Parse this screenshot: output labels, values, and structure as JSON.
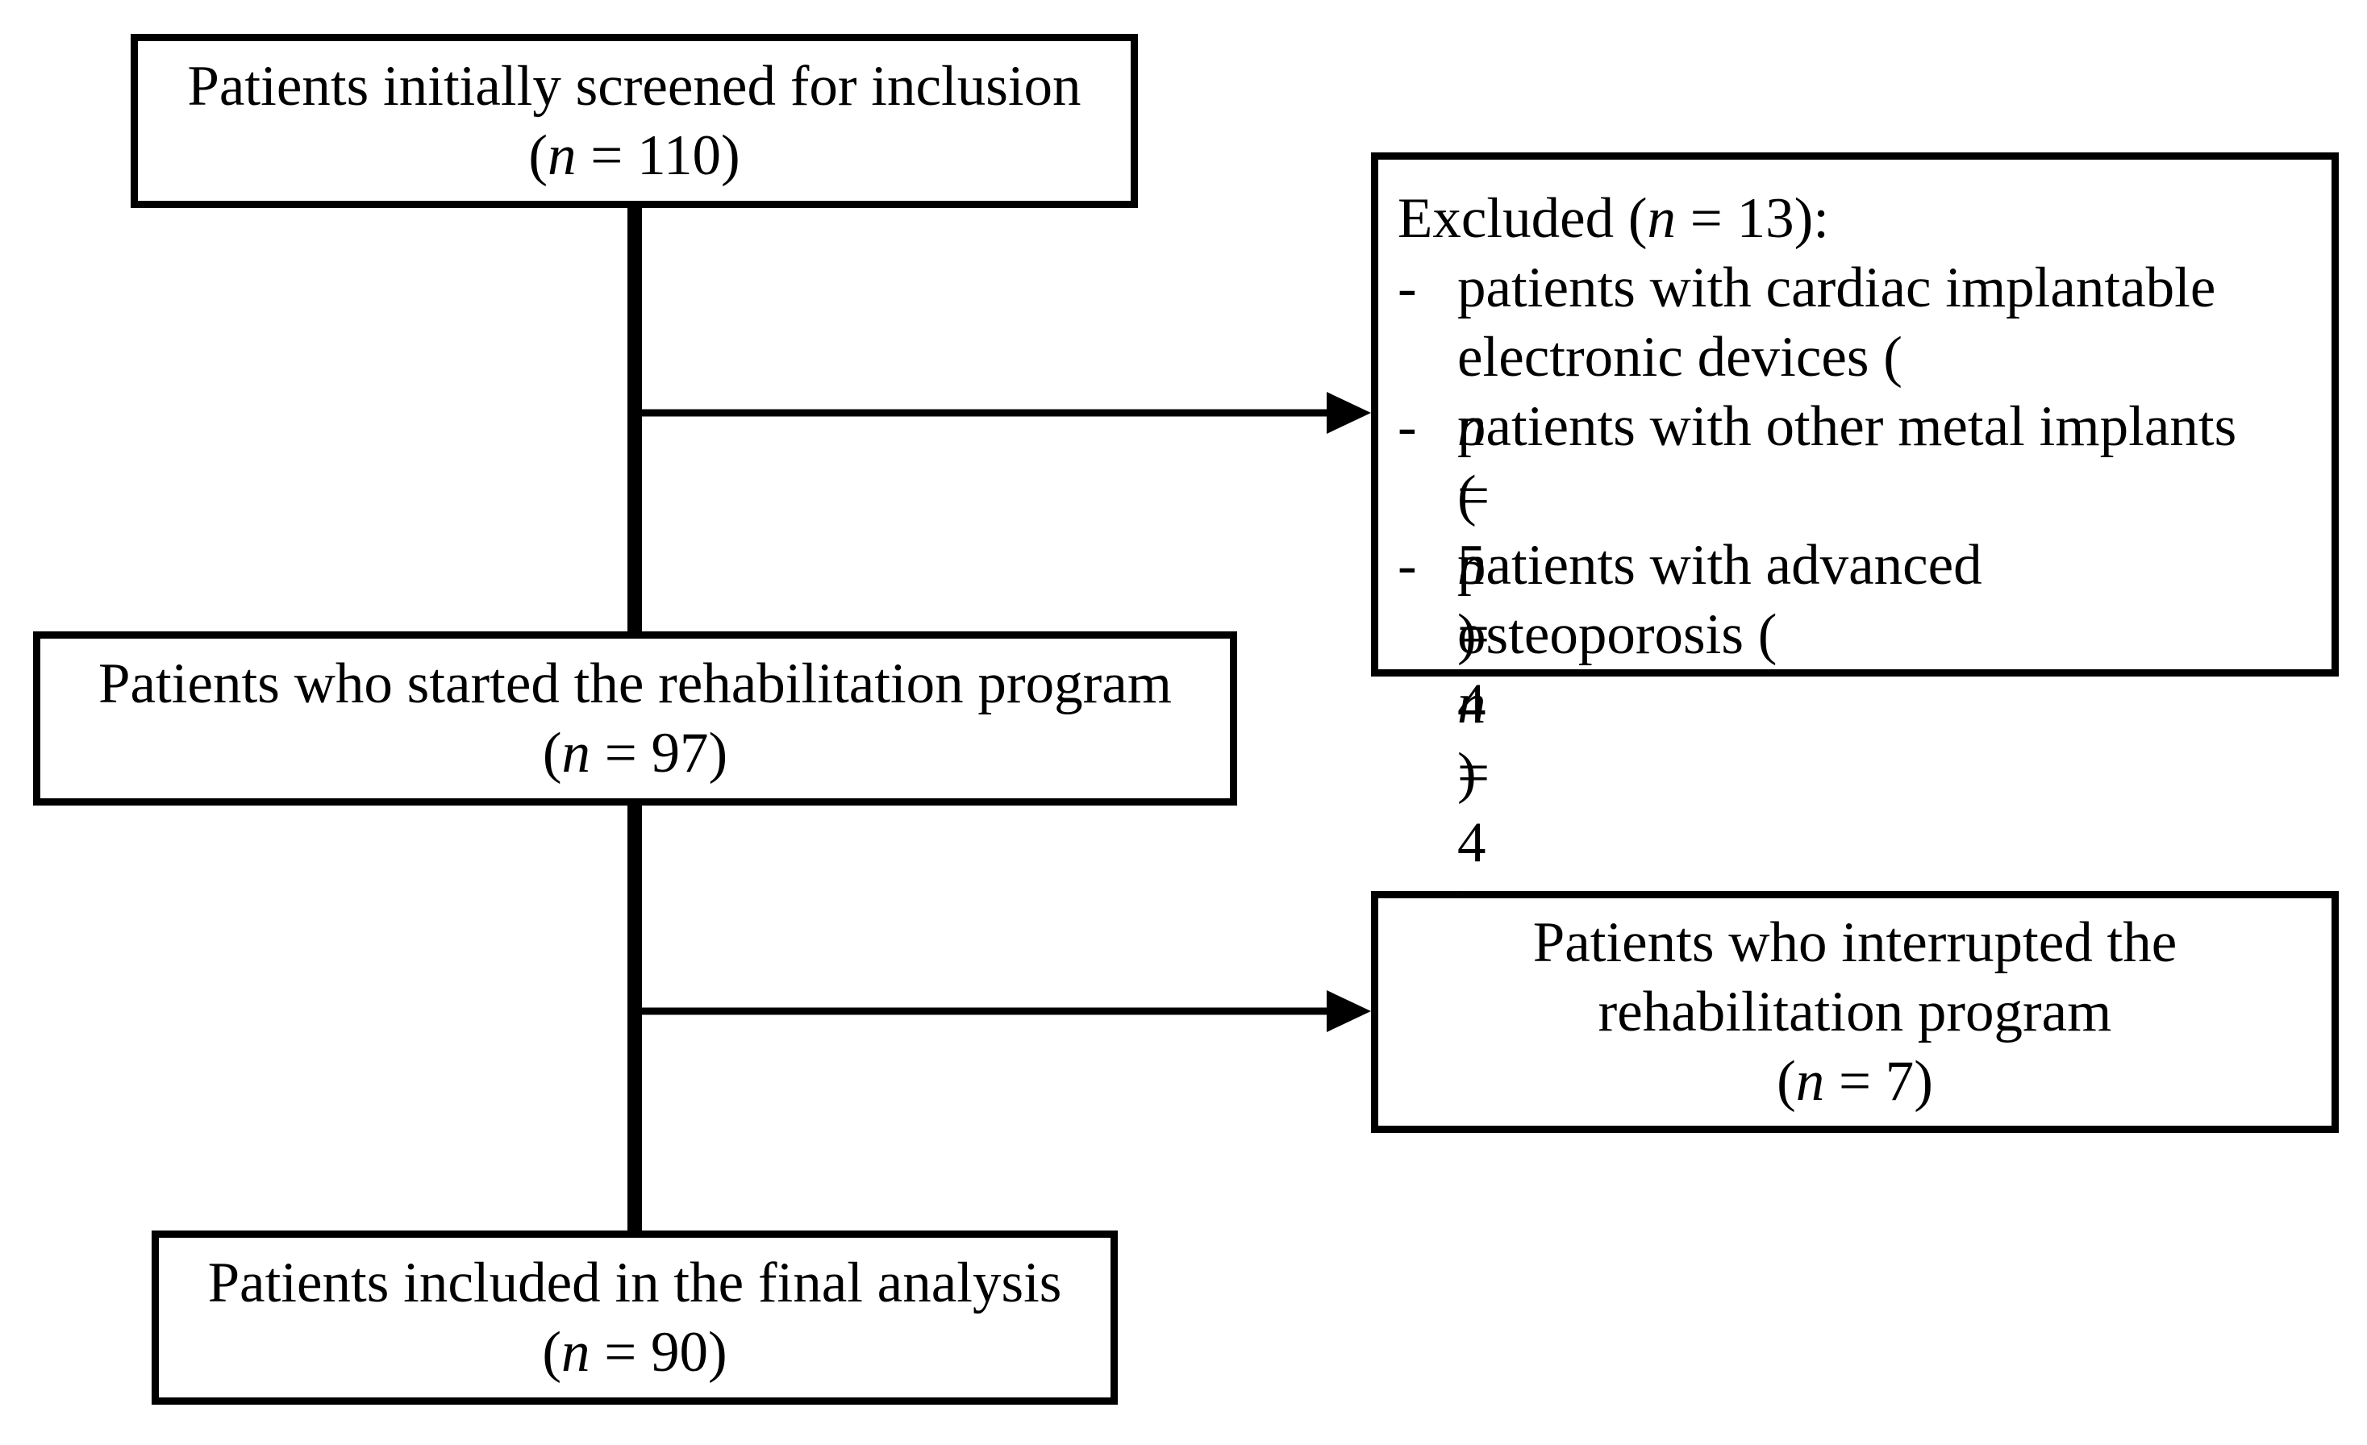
{
  "flowchart": {
    "screened": {
      "label": "Patients initially screened for inclusion",
      "count": "110"
    },
    "excluded": {
      "heading": "Excluded (n = 13):",
      "heading_prefix": "Excluded (",
      "heading_count": "13",
      "items": [
        {
          "lines": [
            "patients with cardiac implantable",
            "electronic devices (n = 5)"
          ],
          "line1": "patients with cardiac implantable",
          "line2_text": "electronic devices (",
          "count": "5"
        },
        {
          "lines": [
            "patients with other metal implants",
            "(n = 4)"
          ],
          "line1": "patients with other metal implants",
          "line2_text": "(",
          "count": "4"
        },
        {
          "lines": [
            "patients with advanced",
            "osteoporosis (n = 4)"
          ],
          "line1": "patients with advanced",
          "line2_text": "osteoporosis (",
          "count": "4"
        }
      ]
    },
    "started": {
      "label": "Patients who started the rehabilitation program",
      "count": "97"
    },
    "interrupted": {
      "label_lines": [
        "Patients who interrupted the",
        "rehabilitation program"
      ],
      "count": "7"
    },
    "final": {
      "label": "Patients included in the final analysis",
      "count": "90"
    },
    "n_symbol": "n",
    "equals": " = ",
    "bullet": "-",
    "colors": {
      "stroke": "#000000",
      "background": "#ffffff"
    }
  }
}
